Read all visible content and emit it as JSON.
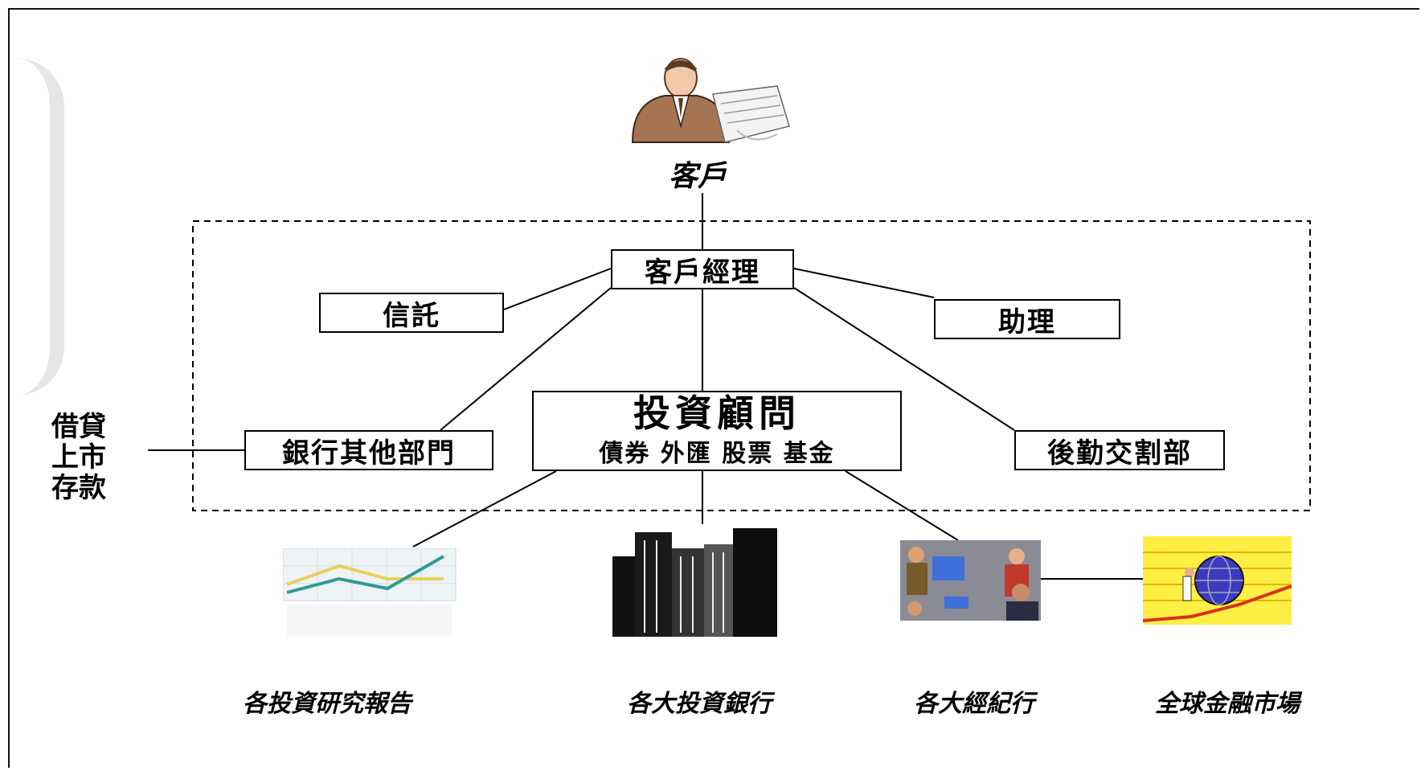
{
  "client": {
    "label": "客戶"
  },
  "boxes": {
    "manager": "客戶經理",
    "trust": "信託",
    "assistant": "助理",
    "other_depts": "銀行其他部門",
    "advisor_title": "投資顧問",
    "advisor_sub": "債券 外匯 股票 基金",
    "back_office": "後勤交割部"
  },
  "left_labels": [
    "借貸",
    "上市",
    "存款"
  ],
  "bottom_labels": {
    "research": "各投資研究報告",
    "ibanks": "各大投資銀行",
    "brokers": "各大經紀行",
    "markets": "全球金融市場"
  },
  "colors": {
    "line": "#000000",
    "dashed_border": "#000000",
    "box_border": "#000000"
  },
  "icons": {
    "client": "businessman-icon",
    "research": "line-chart-icon",
    "ibanks": "skyscraper-icon",
    "brokers": "meeting-icon",
    "markets": "globe-market-icon"
  }
}
